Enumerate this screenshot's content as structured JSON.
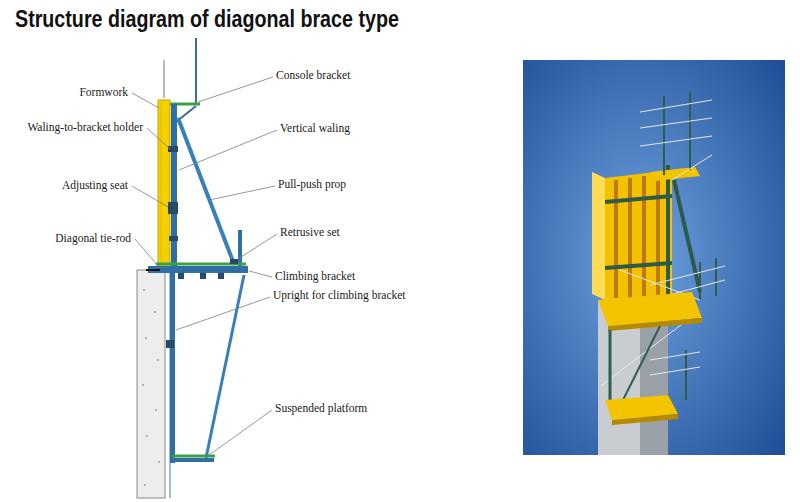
{
  "diagram": {
    "title": "Structure diagram of diagonal brace type",
    "labels": [
      "Console bracket",
      "Formwork",
      "Waling-to-bracket holder",
      "Vertical waling",
      "Adjusting seat",
      "Pull-push prop",
      "Diagonal tie-rod",
      "Retrusive set",
      "Climbing bracket",
      "Upright for climbing bracket",
      "Suspended platform"
    ]
  }
}
